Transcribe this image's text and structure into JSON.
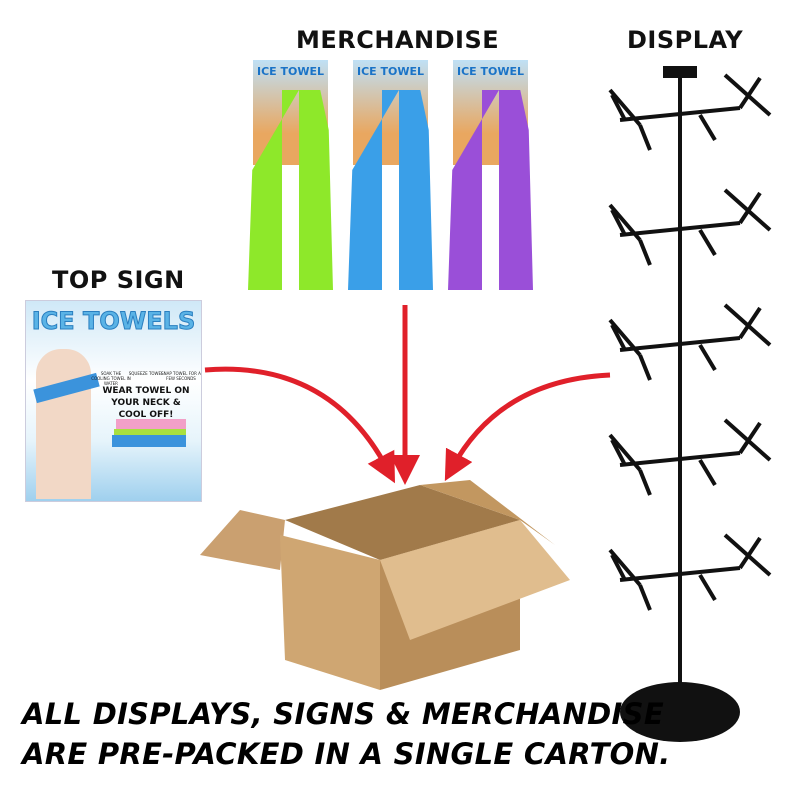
{
  "labels": {
    "merchandise": "MERCHANDISE",
    "display": "DISPLAY",
    "top_sign": "TOP SIGN"
  },
  "sign": {
    "title": "ICE TOWELS",
    "steps": [
      "SOAK THE COOLING TOWEL IN WATER",
      "SQUEEZE TOWEL",
      "SNAP TOWEL FOR A FEW SECONDS"
    ],
    "tagline": "WEAR TOWEL ON YOUR NECK & COOL OFF!"
  },
  "merchandise": [
    {
      "title": "ICE TOWEL",
      "color": "#8ee82a"
    },
    {
      "title": "ICE TOWEL",
      "color": "#3a9fe8"
    },
    {
      "title": "ICE TOWEL",
      "color": "#9a4fd8"
    }
  ],
  "caption": {
    "line1": "ALL DISPLAYS, SIGNS & MERCHANDISE",
    "line2": "ARE PRE-PACKED IN A SINGLE CARTON."
  },
  "colors": {
    "arrow": "#e0202a",
    "box": "#d2ad7c",
    "stand": "#111111"
  }
}
